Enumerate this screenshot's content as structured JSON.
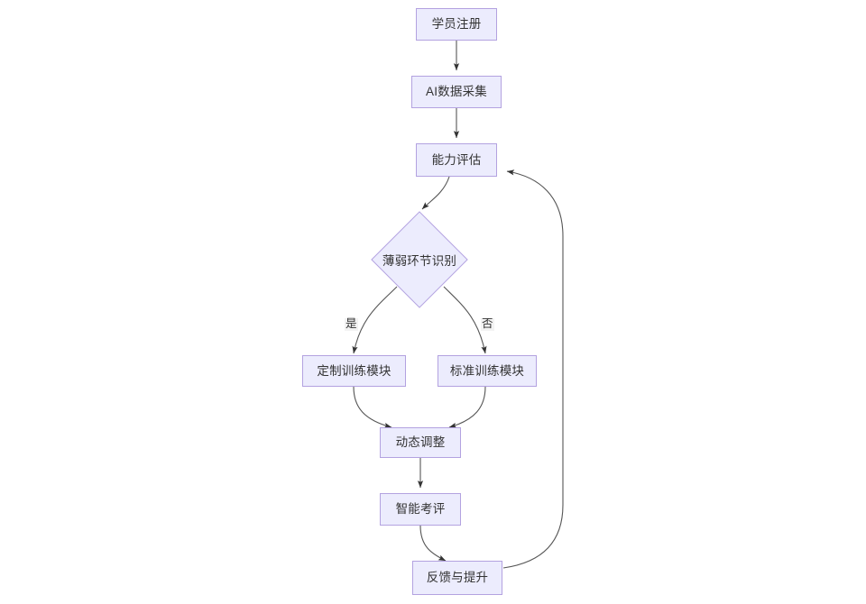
{
  "diagram": {
    "type": "flowchart",
    "direction": "top-to-bottom",
    "theme": {
      "node_fill": "#ececfd",
      "node_border": "#b3a2e0",
      "text_color": "#333333",
      "edge_color": "#555555",
      "background": "#ffffff",
      "edge_label_bg": "#f3f3f3"
    },
    "nodes": [
      {
        "id": "n1",
        "label": "学员注册",
        "shape": "rect"
      },
      {
        "id": "n2",
        "label": "AI数据采集",
        "shape": "rect"
      },
      {
        "id": "n3",
        "label": "能力评估",
        "shape": "rect"
      },
      {
        "id": "n4",
        "label": "薄弱环节识别",
        "shape": "diamond"
      },
      {
        "id": "n5",
        "label": "定制训练模块",
        "shape": "rect"
      },
      {
        "id": "n6",
        "label": "标准训练模块",
        "shape": "rect"
      },
      {
        "id": "n7",
        "label": "动态调整",
        "shape": "rect"
      },
      {
        "id": "n8",
        "label": "智能考评",
        "shape": "rect"
      },
      {
        "id": "n9",
        "label": "反馈与提升",
        "shape": "rect"
      }
    ],
    "edges": [
      {
        "from": "n1",
        "to": "n2",
        "label": ""
      },
      {
        "from": "n2",
        "to": "n3",
        "label": ""
      },
      {
        "from": "n3",
        "to": "n4",
        "label": ""
      },
      {
        "from": "n4",
        "to": "n5",
        "label": "是"
      },
      {
        "from": "n4",
        "to": "n6",
        "label": "否"
      },
      {
        "from": "n5",
        "to": "n7",
        "label": ""
      },
      {
        "from": "n6",
        "to": "n7",
        "label": ""
      },
      {
        "from": "n7",
        "to": "n8",
        "label": ""
      },
      {
        "from": "n8",
        "to": "n9",
        "label": ""
      },
      {
        "from": "n9",
        "to": "n3",
        "label": ""
      }
    ],
    "edge_labels": {
      "yes": "是",
      "no": "否"
    }
  }
}
